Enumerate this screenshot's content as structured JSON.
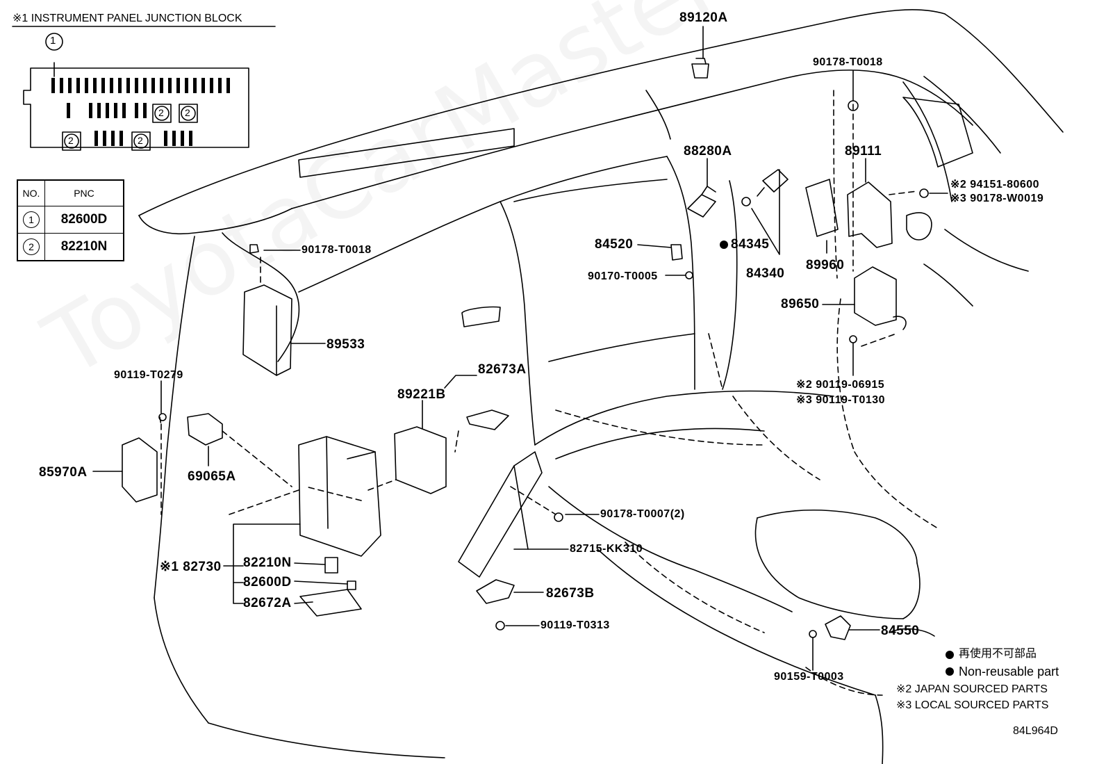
{
  "junction_block_title": "※1 INSTRUMENT PANEL JUNCTION BLOCK",
  "junction_block_callout": "1",
  "junction_block_socket_label": "2",
  "pnc_table": {
    "headers": [
      "NO.",
      "PNC"
    ],
    "rows": [
      {
        "no": "1",
        "pnc": "82600D"
      },
      {
        "no": "2",
        "pnc": "82210N"
      }
    ]
  },
  "parts": {
    "p89120A": "89120A",
    "p90178T0018_top": "90178-T0018",
    "p88280A": "88280A",
    "p89111": "89111",
    "p94151": "※2 94151-80600",
    "p90178W0019": "※3 90178-W0019",
    "p84520": "84520",
    "p84345": "84345",
    "p89960": "89960",
    "p84340": "84340",
    "p90170T0005": "90170-T0005",
    "p89650": "89650",
    "p90178T0018_left": "90178-T0018",
    "p89533": "89533",
    "p90119_06915": "※2 90119-06915",
    "p90119T0130": "※3 90119-T0130",
    "p82673A": "82673A",
    "p89221B": "89221B",
    "p90119T0279": "90119-T0279",
    "p85970A": "85970A",
    "p69065A": "69065A",
    "p90178T0007": "90178-T0007(2)",
    "p82715": "82715-KK310",
    "p82730": "※1 82730",
    "p82210N": "82210N",
    "p82600D": "82600D",
    "p82672A": "82672A",
    "p82673B": "82673B",
    "p90119T0313": "90119-T0313",
    "p84550": "84550",
    "p90159T0003": "90159-T0003"
  },
  "legend": {
    "nonreusable_jp": "再使用不可部品",
    "nonreusable_en": "Non-reusable part",
    "japan": "※2 JAPAN SOURCED PARTS",
    "local": "※3 LOCAL SOURCED PARTS"
  },
  "diagram_code": "84L964D",
  "watermark": "ToyotaCarMasterRu"
}
